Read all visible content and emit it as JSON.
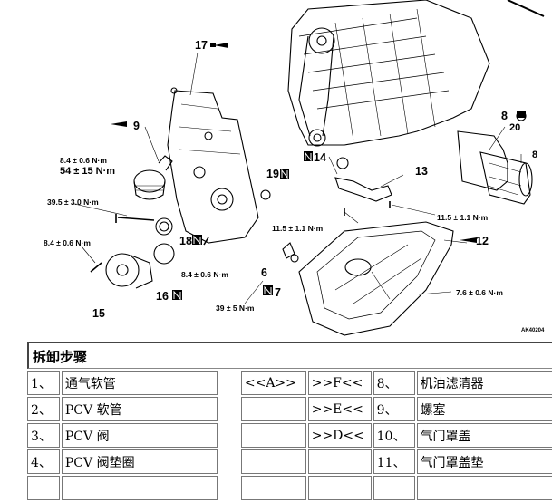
{
  "diagram": {
    "callouts": {
      "n17": "17",
      "n9": "9",
      "n8": "8",
      "n20": "20",
      "n14": "14",
      "n19": "19",
      "n13": "13",
      "n18": "18",
      "n12": "12",
      "n6": "6",
      "n7": "7",
      "n16": "16",
      "n15": "15"
    },
    "torques": {
      "t1": "8.4 ± 0.6 N·m",
      "t2": "54 ± 15 N·m",
      "t3": "39.5 ± 3.0 N·m",
      "t4": "8.4 ± 0.6 N·m",
      "t5": "8.4 ± 0.6 N·m",
      "t6": "11.5 ± 1.1 N·m",
      "t7": "11.5 ± 1.1 N·m",
      "t8": "7.6 ± 0.6 N·m",
      "t9": "39 ± 5 N·m"
    },
    "figure_code": "AK40204"
  },
  "steps": {
    "title": "拆卸步骤",
    "rows": [
      {
        "num": "1、",
        "name": "通气软管",
        "a": "<<A>>",
        "b": ">>F<<",
        "num2": "8、",
        "name2": "机油滤清器"
      },
      {
        "num": "2、",
        "name": "PCV 软管",
        "a": "",
        "b": ">>E<<",
        "num2": "9、",
        "name2": "螺塞"
      },
      {
        "num": "3、",
        "name": "PCV 阀",
        "a": "",
        "b": ">>D<<",
        "num2": "10、",
        "name2": "气门罩盖"
      },
      {
        "num": "4、",
        "name": "PCV 阀垫圈",
        "a": "",
        "b": "",
        "num2": "11、",
        "name2": "气门罩盖垫"
      },
      {
        "num": "",
        "name": "",
        "a": "",
        "b": "",
        "num2": "",
        "name2": ""
      }
    ]
  }
}
